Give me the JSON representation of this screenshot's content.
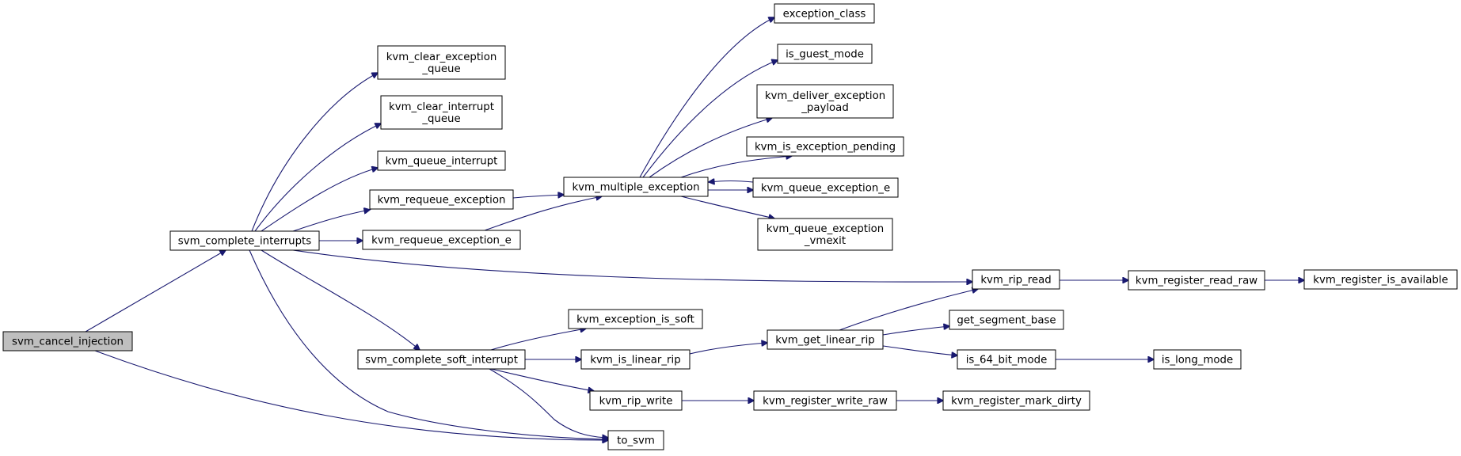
{
  "diagram": {
    "nodes": [
      {
        "id": "svm_cancel_injection",
        "lines": [
          "svm_cancel_injection"
        ],
        "root": true
      },
      {
        "id": "svm_complete_interrupts",
        "lines": [
          "svm_complete_interrupts"
        ]
      },
      {
        "id": "to_svm",
        "lines": [
          "to_svm"
        ]
      },
      {
        "id": "kvm_clear_exception_queue",
        "lines": [
          "kvm_clear_exception",
          "_queue"
        ]
      },
      {
        "id": "kvm_clear_interrupt_queue",
        "lines": [
          "kvm_clear_interrupt",
          "_queue"
        ]
      },
      {
        "id": "kvm_queue_interrupt",
        "lines": [
          "kvm_queue_interrupt"
        ]
      },
      {
        "id": "kvm_requeue_exception",
        "lines": [
          "kvm_requeue_exception"
        ]
      },
      {
        "id": "kvm_requeue_exception_e",
        "lines": [
          "kvm_requeue_exception_e"
        ]
      },
      {
        "id": "kvm_multiple_exception",
        "lines": [
          "kvm_multiple_exception"
        ]
      },
      {
        "id": "exception_class",
        "lines": [
          "exception_class"
        ]
      },
      {
        "id": "is_guest_mode",
        "lines": [
          "is_guest_mode"
        ]
      },
      {
        "id": "kvm_deliver_exception_payload",
        "lines": [
          "kvm_deliver_exception",
          "_payload"
        ]
      },
      {
        "id": "kvm_is_exception_pending",
        "lines": [
          "kvm_is_exception_pending"
        ]
      },
      {
        "id": "kvm_queue_exception_e",
        "lines": [
          "kvm_queue_exception_e"
        ]
      },
      {
        "id": "kvm_queue_exception_vmexit",
        "lines": [
          "kvm_queue_exception",
          "_vmexit"
        ]
      },
      {
        "id": "kvm_rip_read",
        "lines": [
          "kvm_rip_read"
        ]
      },
      {
        "id": "kvm_register_read_raw",
        "lines": [
          "kvm_register_read_raw"
        ]
      },
      {
        "id": "kvm_register_is_available",
        "lines": [
          "kvm_register_is_available"
        ]
      },
      {
        "id": "svm_complete_soft_interrupt",
        "lines": [
          "svm_complete_soft_interrupt"
        ]
      },
      {
        "id": "kvm_exception_is_soft",
        "lines": [
          "kvm_exception_is_soft"
        ]
      },
      {
        "id": "kvm_is_linear_rip",
        "lines": [
          "kvm_is_linear_rip"
        ]
      },
      {
        "id": "kvm_get_linear_rip",
        "lines": [
          "kvm_get_linear_rip"
        ]
      },
      {
        "id": "get_segment_base",
        "lines": [
          "get_segment_base"
        ]
      },
      {
        "id": "is_64_bit_mode",
        "lines": [
          "is_64_bit_mode"
        ]
      },
      {
        "id": "is_long_mode",
        "lines": [
          "is_long_mode"
        ]
      },
      {
        "id": "kvm_rip_write",
        "lines": [
          "kvm_rip_write"
        ]
      },
      {
        "id": "kvm_register_write_raw",
        "lines": [
          "kvm_register_write_raw"
        ]
      },
      {
        "id": "kvm_register_mark_dirty",
        "lines": [
          "kvm_register_mark_dirty"
        ]
      }
    ],
    "edges": [
      {
        "from": "svm_cancel_injection",
        "to": "svm_complete_interrupts"
      },
      {
        "from": "svm_cancel_injection",
        "to": "to_svm"
      },
      {
        "from": "svm_complete_interrupts",
        "to": "kvm_clear_exception_queue"
      },
      {
        "from": "svm_complete_interrupts",
        "to": "kvm_clear_interrupt_queue"
      },
      {
        "from": "svm_complete_interrupts",
        "to": "kvm_queue_interrupt"
      },
      {
        "from": "svm_complete_interrupts",
        "to": "kvm_requeue_exception"
      },
      {
        "from": "svm_complete_interrupts",
        "to": "kvm_requeue_exception_e"
      },
      {
        "from": "svm_complete_interrupts",
        "to": "kvm_rip_read"
      },
      {
        "from": "svm_complete_interrupts",
        "to": "svm_complete_soft_interrupt"
      },
      {
        "from": "svm_complete_interrupts",
        "to": "to_svm"
      },
      {
        "from": "kvm_requeue_exception",
        "to": "kvm_multiple_exception"
      },
      {
        "from": "kvm_requeue_exception_e",
        "to": "kvm_multiple_exception"
      },
      {
        "from": "kvm_multiple_exception",
        "to": "exception_class"
      },
      {
        "from": "kvm_multiple_exception",
        "to": "is_guest_mode"
      },
      {
        "from": "kvm_multiple_exception",
        "to": "kvm_deliver_exception_payload"
      },
      {
        "from": "kvm_multiple_exception",
        "to": "kvm_is_exception_pending"
      },
      {
        "from": "kvm_multiple_exception",
        "to": "kvm_queue_exception_e"
      },
      {
        "from": "kvm_multiple_exception",
        "to": "kvm_queue_exception_vmexit"
      },
      {
        "from": "kvm_queue_exception_e",
        "to": "kvm_multiple_exception"
      },
      {
        "from": "kvm_rip_read",
        "to": "kvm_register_read_raw"
      },
      {
        "from": "kvm_register_read_raw",
        "to": "kvm_register_is_available"
      },
      {
        "from": "svm_complete_soft_interrupt",
        "to": "kvm_exception_is_soft"
      },
      {
        "from": "svm_complete_soft_interrupt",
        "to": "kvm_is_linear_rip"
      },
      {
        "from": "svm_complete_soft_interrupt",
        "to": "kvm_rip_write"
      },
      {
        "from": "svm_complete_soft_interrupt",
        "to": "to_svm"
      },
      {
        "from": "kvm_is_linear_rip",
        "to": "kvm_get_linear_rip"
      },
      {
        "from": "kvm_get_linear_rip",
        "to": "kvm_rip_read"
      },
      {
        "from": "kvm_get_linear_rip",
        "to": "get_segment_base"
      },
      {
        "from": "kvm_get_linear_rip",
        "to": "is_64_bit_mode"
      },
      {
        "from": "is_64_bit_mode",
        "to": "is_long_mode"
      },
      {
        "from": "kvm_rip_write",
        "to": "kvm_register_write_raw"
      },
      {
        "from": "kvm_register_write_raw",
        "to": "kvm_register_mark_dirty"
      }
    ]
  }
}
